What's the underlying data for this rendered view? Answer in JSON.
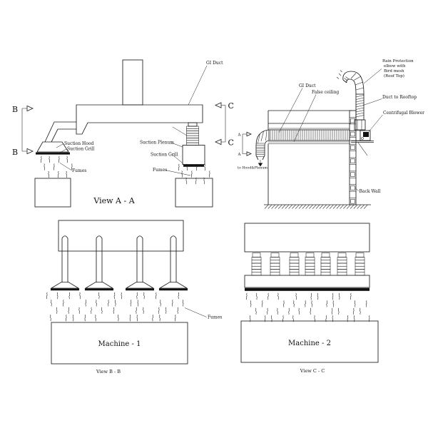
{
  "colors": {
    "background": "#ffffff",
    "line": "#1c1c1c",
    "text": "#111111",
    "grill_fill": "#111111"
  },
  "view_a": {
    "caption": "View A - A",
    "gi_duct": "GI Duct",
    "suction_hood": "Suction Hood",
    "suction_grill_hood": "Suction Grill",
    "fumes_left": "Fumes",
    "suction_plenum": "Suction Plenum",
    "suction_grill_plenum": "Suction Grill",
    "fumes_right": "Fumes",
    "marker_b": "B",
    "marker_c": "C"
  },
  "view_section": {
    "gi_duct": "GI Duct",
    "false_ceiling": "False ceiling",
    "rain_protection_lines": [
      "Rain Protection",
      "elbow with",
      "Bird mesh",
      "(Roof Top)"
    ],
    "duct_to_rooftop": "Duct to Rooftop",
    "centrifugal_blower": "Centrifugal Blower",
    "back_wall": "Back Wall",
    "to_hood_plenum": "to Hood&Plenum",
    "marker_a": "A"
  },
  "view_b": {
    "caption": "View B - B",
    "machine": "Machine - 1",
    "fumes": "Fumes"
  },
  "view_c": {
    "caption": "View C - C",
    "machine": "Machine - 2"
  }
}
